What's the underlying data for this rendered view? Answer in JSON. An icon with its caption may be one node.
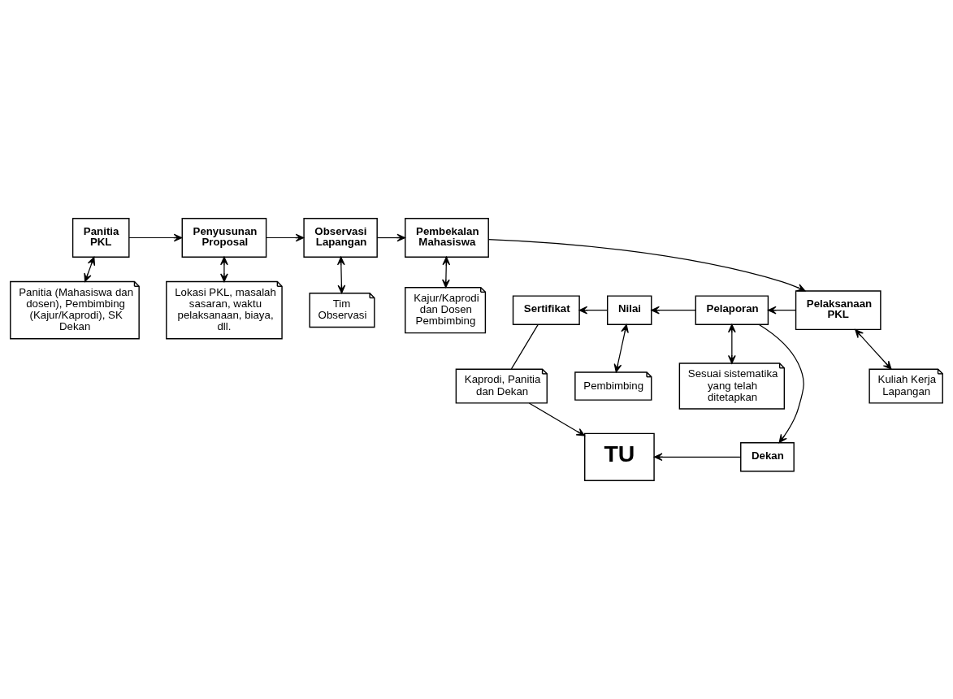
{
  "diagram": {
    "nodes": [
      {
        "text": [
          "Panitia PKL"
        ]
      },
      {
        "text": [
          "Penyusunan Proposal"
        ]
      },
      {
        "text": [
          "Observasi Lapangan"
        ]
      },
      {
        "text": [
          "Pembekalan Mahasiswa"
        ]
      },
      {
        "text": [
          "Panitia (Mahasiswa dan dosen), Pembimbing (Kajur/Kaprodi), SK Dekan"
        ]
      },
      {
        "text": [
          "Lokasi PKL, masalah sasaran, waktu pelaksanaan, biaya, dll."
        ]
      },
      {
        "text": [
          "Tim Observasi"
        ]
      },
      {
        "text": [
          "Kajur/Kaprodi dan Dosen Pembimbing"
        ]
      },
      {
        "text": [
          "Sertifikat"
        ]
      },
      {
        "text": [
          "Nilai"
        ]
      },
      {
        "text": [
          "Pelaporan"
        ]
      },
      {
        "text": [
          "Pelaksanaan PKL"
        ]
      },
      {
        "text": [
          "Kaprodi, Panitia dan Dekan"
        ]
      },
      {
        "text": [
          "Pembimbing"
        ]
      },
      {
        "text": [
          "Sesuai sistematika yang telah ditetapkan"
        ]
      },
      {
        "text": [
          "Kuliah Kerja Lapangan"
        ]
      },
      {
        "text": [
          "TU"
        ]
      },
      {
        "text": [
          "Dekan"
        ]
      }
    ],
    "edges": [
      {
        "from": 0,
        "to": 1,
        "arrow": "to"
      },
      {
        "from": 1,
        "to": 2,
        "arrow": "to"
      },
      {
        "from": 2,
        "to": 3,
        "arrow": "to"
      },
      {
        "from": 3,
        "to": 11,
        "arrow": "to"
      },
      {
        "from": 0,
        "to": 4,
        "arrow": "both"
      },
      {
        "from": 1,
        "to": 5,
        "arrow": "both"
      },
      {
        "from": 2,
        "to": 6,
        "arrow": "both"
      },
      {
        "from": 3,
        "to": 7,
        "arrow": "both"
      },
      {
        "from": 11,
        "to": 10,
        "arrow": "to"
      },
      {
        "from": 10,
        "to": 9,
        "arrow": "to"
      },
      {
        "from": 9,
        "to": 8,
        "arrow": "to"
      },
      {
        "from": 11,
        "to": 15,
        "arrow": "both"
      },
      {
        "from": 10,
        "to": 14,
        "arrow": "both"
      },
      {
        "from": 9,
        "to": 13,
        "arrow": "both"
      },
      {
        "from": 8,
        "to": 12,
        "arrow": "none"
      },
      {
        "from": 12,
        "to": 16,
        "arrow": "to"
      },
      {
        "from": 10,
        "to": 17,
        "arrow": "to"
      },
      {
        "from": 17,
        "to": 16,
        "arrow": "to"
      }
    ]
  }
}
